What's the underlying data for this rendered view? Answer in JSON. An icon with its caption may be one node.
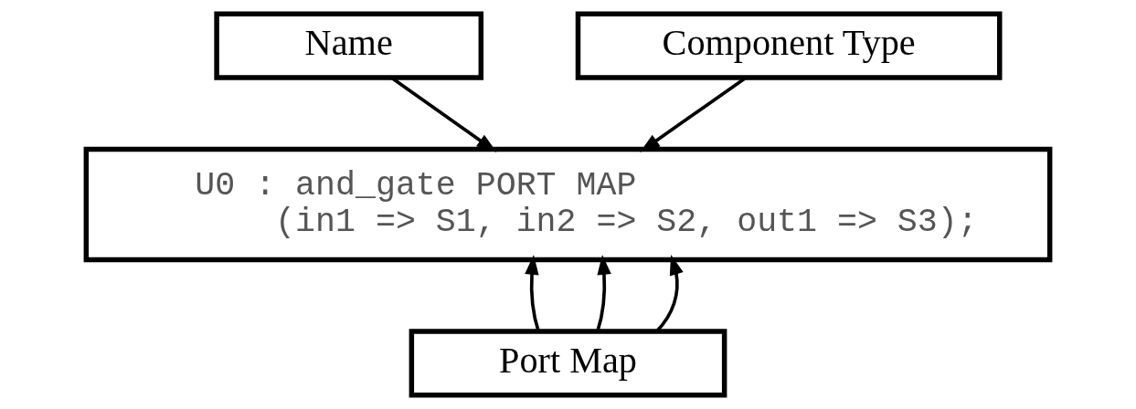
{
  "diagram": {
    "nodes": [
      {
        "text": [
          "Name"
        ]
      },
      {
        "text": [
          "Component Type"
        ]
      },
      {
        "text": [
          "U0 : and_gate PORT MAP",
          "(in1 => S1, in2 => S2, out1 => S3);"
        ]
      },
      {
        "text": [
          "Port Map"
        ]
      }
    ],
    "edges": [
      {
        "from": 0,
        "to": 2,
        "arrow": "to"
      },
      {
        "from": 1,
        "to": 2,
        "arrow": "to"
      },
      {
        "from": 3,
        "to": 2,
        "arrow": "to"
      },
      {
        "from": 3,
        "to": 2,
        "arrow": "to"
      },
      {
        "from": 3,
        "to": 2,
        "arrow": "to"
      }
    ]
  }
}
